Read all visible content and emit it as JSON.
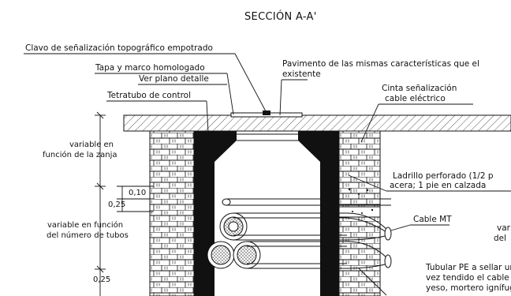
{
  "title": "SECCIÓN A-A'",
  "labels": {
    "clavo": "Clavo de señalización topográfico empotrado",
    "tapa": "Tapa y marco homologado",
    "ver_plano": "Ver plano detalle",
    "tetratubo": "Tetratubo de control",
    "pavimento_1": "Pavimento de las mismas características que el",
    "pavimento_2": "existente",
    "cinta_1": "Cinta señalización",
    "cinta_2": "cable eléctrico",
    "ladrillo_1": "Ladrillo perforado (1/2 p",
    "ladrillo_2": "acera; 1 pie en calzada",
    "cable_mt": "Cable MT",
    "tubular_1": "Tubular PE a sellar ur",
    "tubular_2": "vez tendido el cable",
    "tubular_3": "yeso, mortero ignífug",
    "var_right_1": "var",
    "var_right_2": "del"
  },
  "dimensions": {
    "zanja_1": "variable en",
    "zanja_2": "función de la zanja",
    "d010": "0,10",
    "d025a": "0,25",
    "tubos_1": "variable en función",
    "tubos_2": "del número de tubos",
    "d025b": "0,25"
  }
}
